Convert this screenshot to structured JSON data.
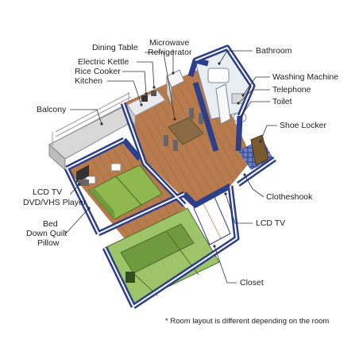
{
  "colors": {
    "wall": "#2b3f8c",
    "wall_top": "#ffffff",
    "wood_floor": "#b87b4d",
    "wood_line": "#9c6236",
    "tatami": "#9ec46a",
    "tatami_dark": "#6f9a3e",
    "bed": "#8fb84e",
    "bath_tile": "#e9eef2",
    "balcony": "#e4e4e4",
    "shoe_locker": "#7a5a2e"
  },
  "labels": {
    "dining_table": "Dining Table",
    "microwave": "Microwave",
    "refrigerator": "Refrigerator",
    "bathroom": "Bathroom",
    "electric_kettle": "Electric Kettle",
    "rice_cooker": "Rice Cooker",
    "kitchen": "Kitchen",
    "washing_machine": "Washing Machine",
    "telephone": "Telephone",
    "toilet": "Toilet",
    "balcony": "Balcony",
    "shoe_locker": "Shoe Locker",
    "clotheshook": "Clotheshook",
    "lcd_tv_left": "LCD TV",
    "dvd_vhs_player": "DVD/VHS Player",
    "lcd_tv_right": "LCD TV",
    "bed": "Bed",
    "down_quilt": "Down Quilt",
    "pillow": "Pillow",
    "closet": "Closet"
  },
  "note": "* Room layout is different depending on the room",
  "icons": {
    "floor_plan": "isometric-floor-plan-illustration"
  }
}
